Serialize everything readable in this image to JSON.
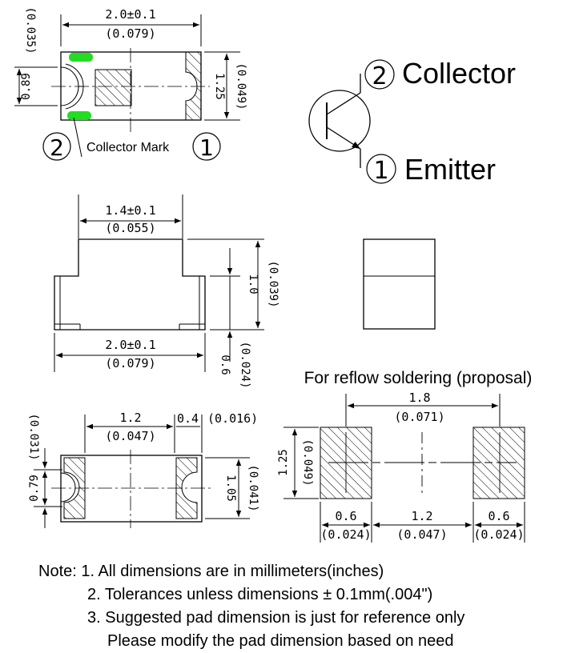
{
  "top_view": {
    "width_dim": "2.0±0.1",
    "width_dim_in": "(0.079)",
    "height_dim": "1.25",
    "height_dim_in": "(0.049)",
    "mark_dim": "0.89",
    "mark_dim_in": "(0.035)",
    "collector_mark_label": "Collector Mark",
    "pin2_label": "2",
    "pin1_label": "1",
    "mark_color": "#22dd22"
  },
  "symbol": {
    "pin2_number": "2",
    "pin2_name": "Collector",
    "pin1_number": "1",
    "pin1_name": "Emitter"
  },
  "side_view": {
    "top_dim": "1.4±0.1",
    "top_dim_in": "(0.055)",
    "bottom_dim": "2.0±0.1",
    "bottom_dim_in": "(0.079)",
    "height_dim": "1.0",
    "height_dim_in": "(0.039)",
    "base_dim": "0.6",
    "base_dim_in": "(0.024)"
  },
  "bottom_view": {
    "gap_dim": "1.2",
    "gap_dim_in": "(0.047)",
    "pad_dim": "0.4",
    "pad_dim_in": "(0.016)",
    "left_dim": "0.79",
    "left_dim_in": "(0.031)",
    "right_dim": "1.05",
    "right_dim_in": "(0.041)"
  },
  "reflow": {
    "title": "For reflow soldering (proposal)",
    "span_dim": "1.8",
    "span_dim_in": "(0.071)",
    "height_dim": "1.25",
    "height_dim_in": "(0.049)",
    "pad_left_dim": "0.6",
    "pad_left_dim_in": "(0.024)",
    "gap_dim": "1.2",
    "gap_dim_in": "(0.047)",
    "pad_right_dim": "0.6",
    "pad_right_dim_in": "(0.024)"
  },
  "notes": {
    "line1": "Note: 1. All dimensions are in millimeters(inches)",
    "line2": "2. Tolerances unless dimensions ± 0.1mm(.004\")",
    "line3": "3. Suggested pad dimension is just for reference only",
    "line4": "Please modify the pad dimension based on need"
  }
}
